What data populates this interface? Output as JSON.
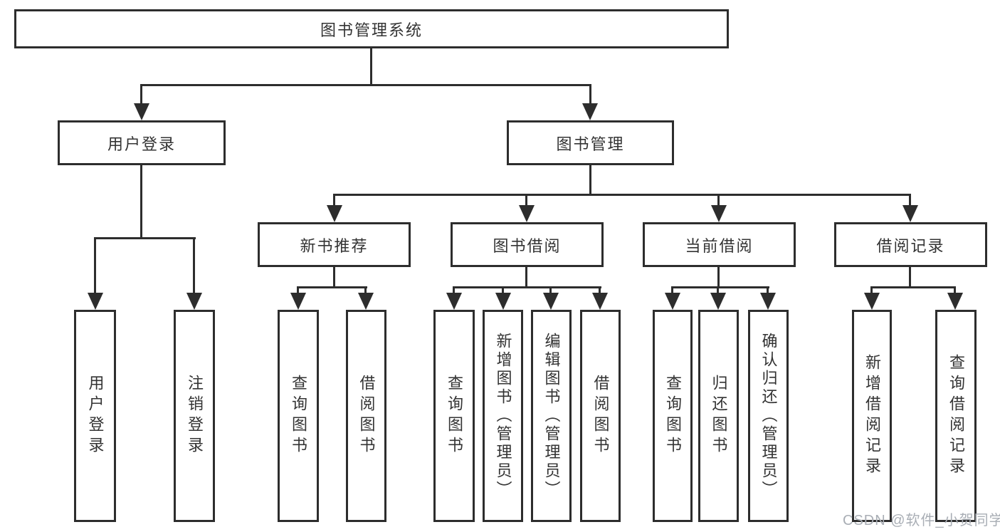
{
  "diagram_title": "图书管理系统",
  "nodes": {
    "root": "图书管理系统",
    "level2": [
      "用户登录",
      "图书管理"
    ],
    "level3": [
      "新书推荐",
      "图书借阅",
      "当前借阅",
      "借阅记录"
    ],
    "leaves_user_login": [
      "用户登录",
      "注销登录"
    ],
    "leaves_new_books": [
      "查询图书",
      "借阅图书"
    ],
    "leaves_book_borrow": [
      "查询图书",
      "新增图书（管理员）",
      "编辑图书（管理员）",
      "借阅图书"
    ],
    "leaves_current_borrow": [
      "查询图书",
      "归还图书",
      "确认归还（管理员）"
    ],
    "leaves_borrow_records": [
      "新增借阅记录",
      "查询借阅记录"
    ]
  },
  "watermark": {
    "text": "CSDN @软件_小贺同学"
  },
  "colors": {
    "line": "#2d2d2d",
    "text": "#333333",
    "watermark": "#a9aeb5",
    "background": "#ffffff"
  }
}
